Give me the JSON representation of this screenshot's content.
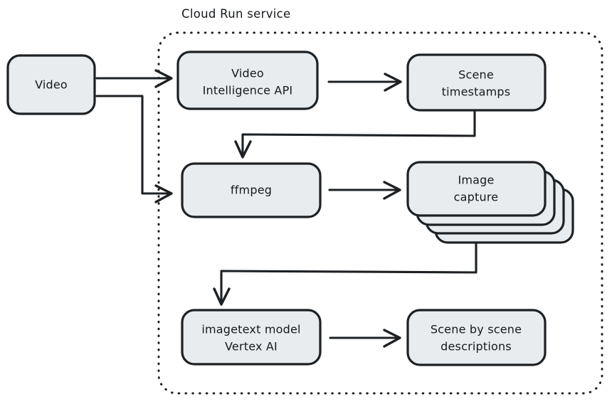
{
  "diagram": {
    "title": "Cloud Run service",
    "style": {
      "node_fill": "#e8ecee",
      "stroke": "#1d2124",
      "background": "#ffffff",
      "text": "#15191c"
    },
    "container": {
      "label": "Cloud Run service",
      "border_style": "dotted"
    },
    "nodes": [
      {
        "id": "video",
        "shape": "rounded-rect",
        "lines": [
          "Video"
        ],
        "line1": "Video",
        "line2": ""
      },
      {
        "id": "video-intelligence-api",
        "shape": "rounded-rect",
        "lines": [
          "Video",
          "Intelligence API"
        ],
        "line1": "Video",
        "line2": "Intelligence API"
      },
      {
        "id": "scene-timestamps",
        "shape": "rounded-rect",
        "lines": [
          "Scene",
          "timestamps"
        ],
        "line1": "Scene",
        "line2": "timestamps"
      },
      {
        "id": "ffmpeg",
        "shape": "rounded-rect",
        "lines": [
          "ffmpeg"
        ],
        "line1": "ffmpeg",
        "line2": ""
      },
      {
        "id": "image-capture",
        "shape": "stacked-rect",
        "stack_count": 4,
        "lines": [
          "Image",
          "capture"
        ],
        "line1": "Image",
        "line2": "capture"
      },
      {
        "id": "imagetext-model-vertex-ai",
        "shape": "rounded-rect",
        "lines": [
          "imagetext model",
          "Vertex AI"
        ],
        "line1": "imagetext model",
        "line2": "Vertex AI"
      },
      {
        "id": "scene-by-scene-descriptions",
        "shape": "rounded-rect",
        "lines": [
          "Scene by scene",
          "descriptions"
        ],
        "line1": "Scene by scene",
        "line2": "descriptions"
      }
    ],
    "edges": [
      {
        "id": "video-to-video-intelligence-api",
        "from": "video",
        "to": "video-intelligence-api",
        "routing": "straight",
        "arrow": true
      },
      {
        "id": "video-to-ffmpeg",
        "from": "video",
        "to": "ffmpeg",
        "routing": "elbow-down-right",
        "arrow": true
      },
      {
        "id": "video-intelligence-api-to-scene-timestamps",
        "from": "video-intelligence-api",
        "to": "scene-timestamps",
        "routing": "straight",
        "arrow": true
      },
      {
        "id": "scene-timestamps-to-ffmpeg",
        "from": "scene-timestamps",
        "to": "ffmpeg",
        "routing": "down-left-down",
        "arrow": true
      },
      {
        "id": "ffmpeg-to-image-capture",
        "from": "ffmpeg",
        "to": "image-capture",
        "routing": "straight",
        "arrow": true
      },
      {
        "id": "image-capture-to-imagetext-model",
        "from": "image-capture",
        "to": "imagetext-model-vertex-ai",
        "routing": "down-left-down",
        "arrow": true
      },
      {
        "id": "imagetext-model-to-scene-descriptions",
        "from": "imagetext-model-vertex-ai",
        "to": "scene-by-scene-descriptions",
        "routing": "straight",
        "arrow": true
      }
    ]
  }
}
